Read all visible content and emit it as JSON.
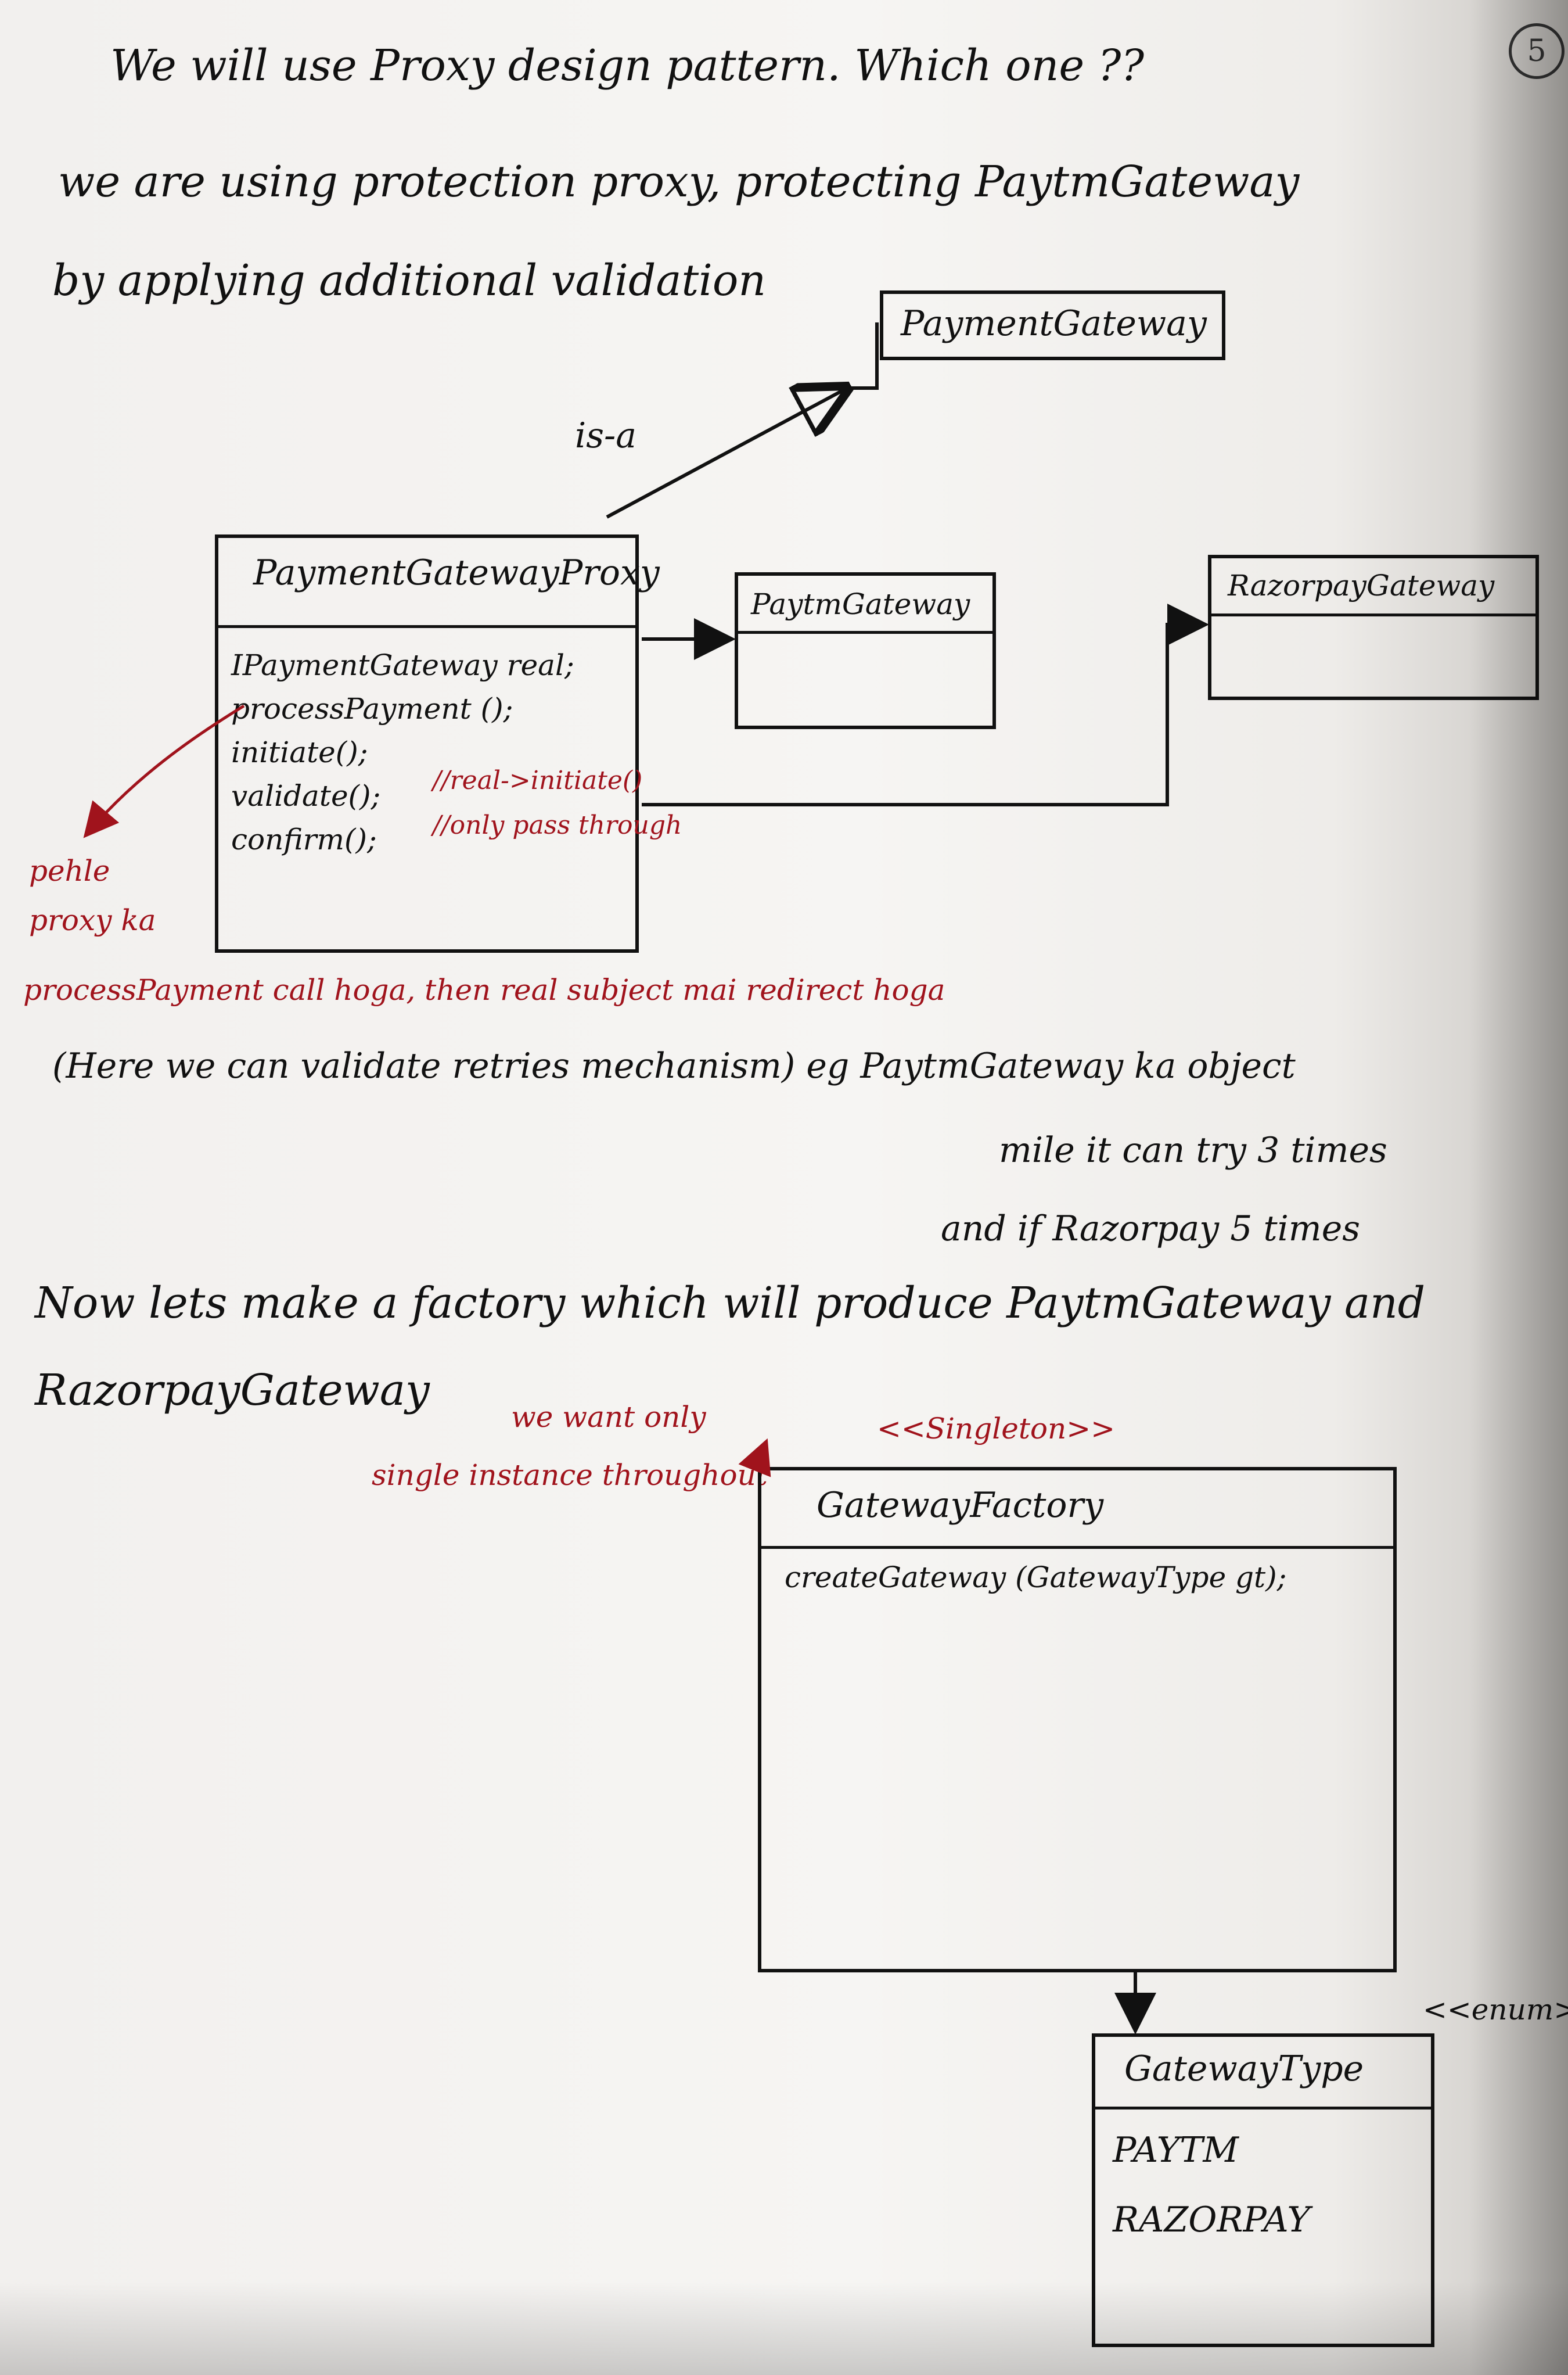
{
  "page_number": "5",
  "intro": {
    "line1": "We will use Proxy design pattern. Which one ??",
    "line2": "we are using protection proxy, protecting PaytmGateway",
    "line3": "by applying additional validation"
  },
  "diagram1": {
    "interface_box": {
      "title": "PaymentGateway"
    },
    "is_a_label": "is-a",
    "proxy_box": {
      "title": "PaymentGatewayProxy",
      "fields": [
        "IPaymentGateway real;",
        "processPayment ();",
        "initiate();",
        "validate();",
        "confirm();"
      ],
      "note_initiate": "//real->initiate()",
      "note_validate": "//only pass through"
    },
    "paytm_box": {
      "title": "PaytmGateway"
    },
    "razorpay_box": {
      "title": "RazorpayGateway"
    }
  },
  "red_notes": {
    "margin_1": "pehle",
    "margin_2": "proxy ka",
    "sentence": "processPayment call hoga, then real subject mai redirect hoga"
  },
  "retry": {
    "line1": "(Here we can validate retries mechanism) eg PaytmGateway ka object",
    "line2": "mile it can try 3 times",
    "line3": "and if Razorpay 5 times"
  },
  "factory_intro": {
    "line1": "Now lets make a factory which will produce PaytmGateway and",
    "line2": "RazorpayGateway"
  },
  "singleton_note": {
    "line1": "we want only",
    "line2": "single instance throughout",
    "stereotype": "<<Singleton>>"
  },
  "factory_box": {
    "title": "GatewayFactory",
    "method": "createGateway (GatewayType gt);"
  },
  "enum_box": {
    "stereotype": "<<enum>>",
    "title": "GatewayType",
    "values": [
      "PAYTM",
      "RAZORPAY"
    ]
  },
  "colors": {
    "ink": "#111111",
    "red_ink": "#a0131c",
    "paper": "#f4f3f1"
  }
}
